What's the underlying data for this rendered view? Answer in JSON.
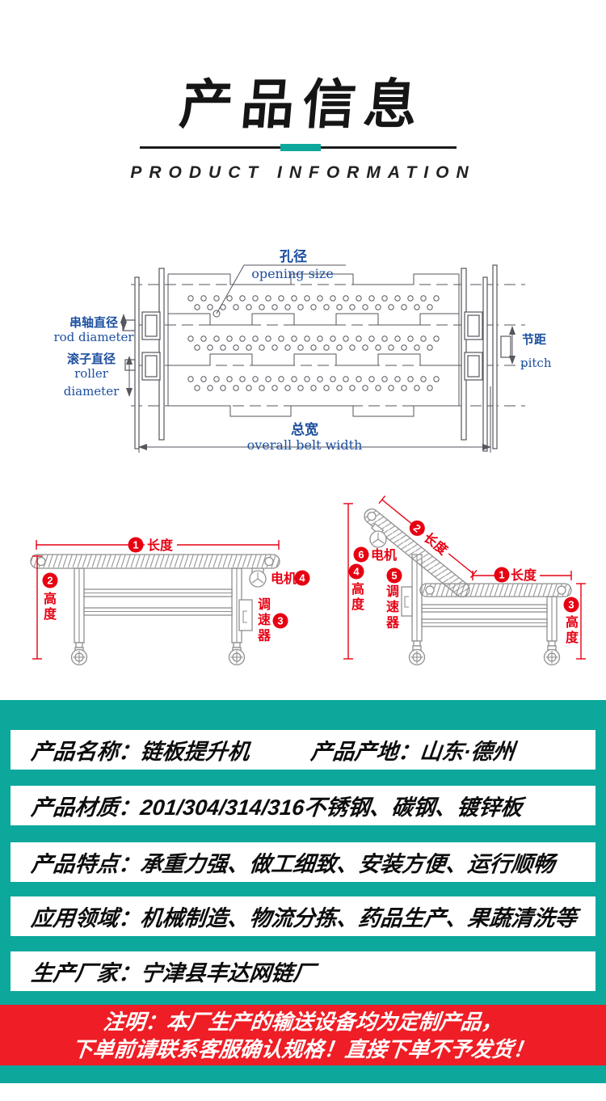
{
  "colors": {
    "teal": "#0ca89b",
    "notice_red": "#ef1d25",
    "label_red": "#e60012",
    "diagram_blue": "#1d4fa0",
    "diagram_line": "#55565e",
    "title_ink": "#151515"
  },
  "header": {
    "title": "产品信息",
    "subtitle": "PRODUCT INFORMATION"
  },
  "belt_diagram": {
    "opening_cn": "孔径",
    "opening_en": "opening size",
    "rod_cn": "串轴直径",
    "rod_en": "rod diameter",
    "roller_cn": "滚子直径",
    "roller_en_1": "roller",
    "roller_en_2": "diameter",
    "pitch_cn": "节距",
    "pitch_en": "pitch",
    "width_cn": "总宽",
    "width_en": "overall belt width"
  },
  "machines": {
    "left": {
      "length_num": "1",
      "length_label": "长度",
      "height_num": "2",
      "height_label": "高度",
      "motor_label": "电机",
      "motor_num": "4",
      "governor_num": "3",
      "governor_label": "调速器"
    },
    "right": {
      "incline_num": "2",
      "incline_label": "长度",
      "motor_num": "6",
      "motor_label": "电机",
      "height_left_num": "4",
      "height_left_label": "高度",
      "governor_num": "5",
      "governor_label": "调速器",
      "length_num": "1",
      "length_label": "长度",
      "height_right_num": "3",
      "height_right_label": "高度"
    }
  },
  "info_rows": {
    "r1_label": "产品名称：",
    "r1_value": "链板提升机",
    "r1_label2": "产品产地：",
    "r1_value2": "山东·德州",
    "r2_label": "产品材质：",
    "r2_value": "201/304/314/316不锈钢、碳钢、镀锌板",
    "r3_label": "产品特点：",
    "r3_value": "承重力强、做工细致、安装方便、运行顺畅",
    "r4_label": "应用领域：",
    "r4_value": "机械制造、物流分拣、药品生产、果蔬清洗等",
    "r5_label": "生产厂家：",
    "r5_value": "宁津县丰达网链厂"
  },
  "notice": {
    "line1": "注明：本厂生产的输送设备均为定制产品，",
    "line2": "下单前请联系客服确认规格！直接下单不予发货！"
  }
}
